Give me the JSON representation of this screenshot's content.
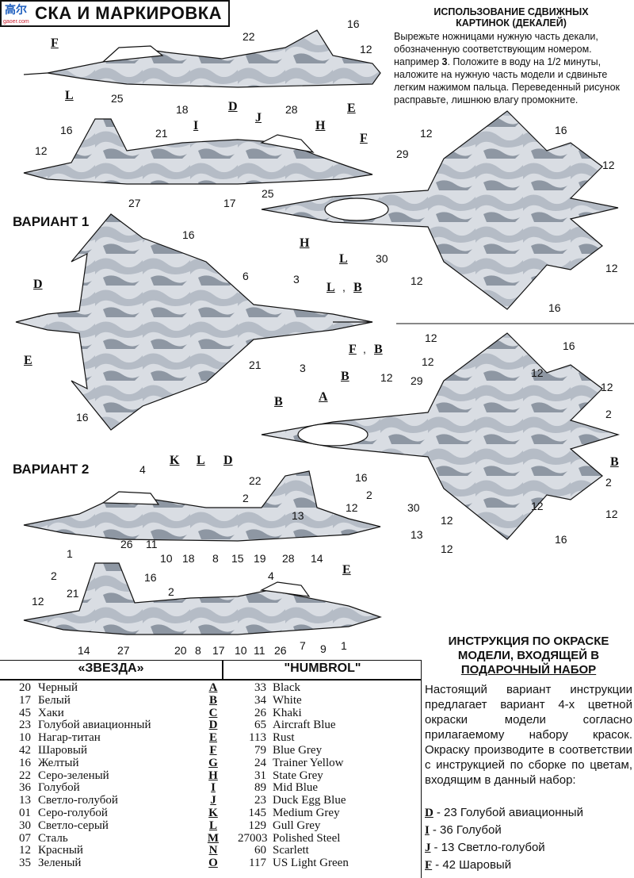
{
  "header": {
    "logo_text": "高尔",
    "logo_url": "gaoer.com",
    "title": "СКА И МАРКИРОВКА"
  },
  "instructions": {
    "heading_line1": "ИСПОЛЬЗОВАНИЕ СДВИЖНЫХ",
    "heading_line2": "КАРТИНОК (ДЕКАЛЕЙ)",
    "body_part1": "Вырежьте ножницами нужную часть декали, обозначенную соответствующим номером. например ",
    "body_bold": "3",
    "body_part2": ". Положите в воду на 1/2 минуты, наложите на нужную часть модели и сдвиньте легким нажимом пальца. Переведенный рисунок расправьте, лишнюю влагу промокните."
  },
  "variants": {
    "v1": "ВАРИАНТ 1",
    "v2": "ВАРИАНТ 2"
  },
  "table": {
    "zvezda_header": "«ЗВЕЗДА»",
    "humbrol_header": "\"HUMBROL\"",
    "zvezda": [
      {
        "num": "20",
        "name": "Черный"
      },
      {
        "num": "17",
        "name": "Белый"
      },
      {
        "num": "45",
        "name": "Хаки"
      },
      {
        "num": "23",
        "name": "Голубой авиационный"
      },
      {
        "num": "10",
        "name": "Нагар-титан"
      },
      {
        "num": "42",
        "name": "Шаровый"
      },
      {
        "num": "16",
        "name": "Желтый"
      },
      {
        "num": "22",
        "name": "Серо-зеленый"
      },
      {
        "num": "36",
        "name": "Голубой"
      },
      {
        "num": "13",
        "name": "Светло-голубой"
      },
      {
        "num": "01",
        "name": "Серо-голубой"
      },
      {
        "num": "30",
        "name": "Светло-серый"
      },
      {
        "num": "07",
        "name": "Сталь"
      },
      {
        "num": "12",
        "name": "Красный"
      },
      {
        "num": "35",
        "name": "Зеленый"
      }
    ],
    "letters": [
      "A",
      "B",
      "C",
      "D",
      "E",
      "F",
      "G",
      "H",
      "I",
      "J",
      "K",
      "L",
      "M",
      "N",
      "O"
    ],
    "humbrol": [
      {
        "num": "33",
        "name": "Black"
      },
      {
        "num": "34",
        "name": "White"
      },
      {
        "num": "26",
        "name": "Khaki"
      },
      {
        "num": "65",
        "name": "Aircraft Blue"
      },
      {
        "num": "113",
        "name": "Rust"
      },
      {
        "num": "79",
        "name": "Blue Grey"
      },
      {
        "num": "24",
        "name": "Trainer Yellow"
      },
      {
        "num": "31",
        "name": "State Grey"
      },
      {
        "num": "89",
        "name": "Mid Blue"
      },
      {
        "num": "23",
        "name": "Duck Egg Blue"
      },
      {
        "num": "145",
        "name": "Medium Grey"
      },
      {
        "num": "129",
        "name": "Gull Grey"
      },
      {
        "num": "27003",
        "name": "Polished Steel"
      },
      {
        "num": "60",
        "name": "Scarlett"
      },
      {
        "num": "117",
        "name": "US Light Green"
      }
    ]
  },
  "kit": {
    "heading_line1": "ИНСТРУКЦИЯ ПО ОКРАСКЕ",
    "heading_line2": "МОДЕЛИ, ВХОДЯЩЕЙ В",
    "heading_line3": "ПОДАРОЧНЫЙ НАБОР",
    "body": "Настоящий вариант инструкции предлагает вариант 4-х цветной окраски модели согласно прилагаемому набору красок. Окраску производите в соответствии с инструкцией по сборке по цветам, входящим в данный набор:",
    "items": [
      {
        "letter": "D",
        "text": "- 23 Голубой авиационный"
      },
      {
        "letter": "I",
        "text": "- 36 Голубой"
      },
      {
        "letter": "J",
        "text": "- 13 Светло-голубой"
      },
      {
        "letter": "F",
        "text": "- 42 Шаровый"
      }
    ]
  },
  "callouts": {
    "n1": "1",
    "n2": "2",
    "n3": "3",
    "n4": "4",
    "n6": "6",
    "n7": "7",
    "n8": "8",
    "n9": "9",
    "n10": "10",
    "n11": "11",
    "n12": "12",
    "n13": "13",
    "n14": "14",
    "n15": "15",
    "n16": "16",
    "n17": "17",
    "n18": "18",
    "n19": "19",
    "n20": "20",
    "n21": "21",
    "n22": "22",
    "n25": "25",
    "n26": "26",
    "n27": "27",
    "n28": "28",
    "n29": "29",
    "n30": "30",
    "A": "A",
    "B": "B",
    "D": "D",
    "E": "E",
    "F": "F",
    "H": "H",
    "I": "I",
    "J": "J",
    "K": "K",
    "L": "L",
    "comma": ","
  },
  "colors": {
    "camo_light": "#d9dde3",
    "camo_mid": "#b5bcc6",
    "camo_dark": "#8e97a3",
    "line": "#111111"
  }
}
